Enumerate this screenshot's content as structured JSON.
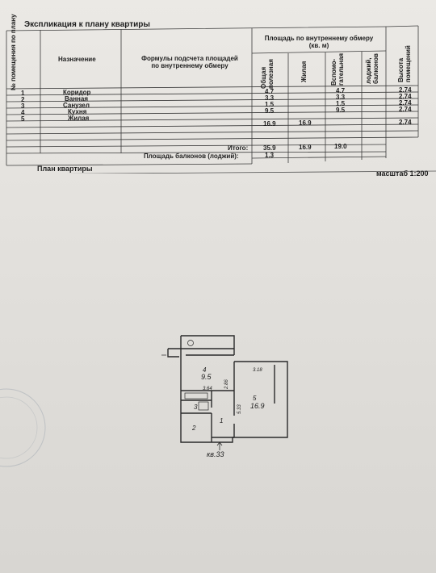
{
  "title": "Экспликация к плану квартиры",
  "headers": {
    "room_no": "№ помещения по плану",
    "purpose": "Назначение",
    "formulas": "Формулы подсчета площадей по внутреннему обмеру",
    "area_group": "Площадь по внутреннему обмеру (кв. м)",
    "total": "Общая полезная",
    "living": "Жилая",
    "auxiliary": "Вспомо-гательная",
    "balcony": "лоджий, балконов",
    "height": "Высота помещений"
  },
  "rows": [
    {
      "no": "1",
      "name": "Коридор",
      "total": "4.7",
      "living": "",
      "aux": "4.7",
      "height": "2.74"
    },
    {
      "no": "2",
      "name": "Ванная",
      "total": "3.3",
      "living": "",
      "aux": "3.3",
      "height": "2.74"
    },
    {
      "no": "3",
      "name": "Санузел",
      "total": "1.5",
      "living": "",
      "aux": "1.5",
      "height": "2.74"
    },
    {
      "no": "4",
      "name": "Кухня",
      "total": "9.5",
      "living": "",
      "aux": "9.5",
      "height": "2.74"
    },
    {
      "no": "5",
      "name": "Жилая",
      "total": "16.9",
      "living": "16.9",
      "aux": "",
      "height": "2.74"
    }
  ],
  "totals": {
    "label": "Итого:",
    "total": "35.9",
    "living": "16.9",
    "aux": "19.0"
  },
  "balcony": {
    "label": "Площадь балконов (лоджий):",
    "value": "1.3"
  },
  "plan": {
    "title": "План квартиры",
    "scale": "масштаб 1:200",
    "room4_no": "4",
    "room4_area": "9.5",
    "room5_no": "5",
    "room5_area": "16.9",
    "room1_no": "1",
    "room2_no": "2",
    "room3_no": "3",
    "dim_318": "3.18",
    "dim_286": "2.86",
    "dim_364": "3.64",
    "dim_533": "5.33",
    "entrance_label": "кв.33"
  }
}
